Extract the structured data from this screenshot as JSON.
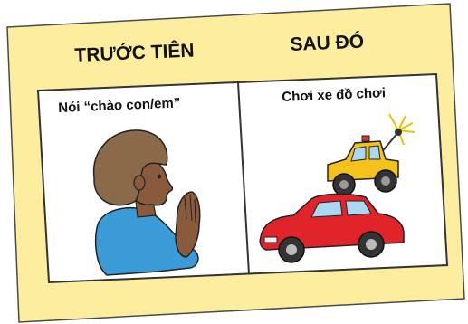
{
  "card": {
    "first_heading": "TRƯỚC TIÊN",
    "then_heading": "SAU ĐÓ",
    "first_label": "Nói “chào con/em”",
    "then_label": "Chơi xe đồ chơi",
    "card_color": "#fcee9e",
    "border_color": "#333333"
  },
  "icons": {
    "first_picture": "child-waving-icon",
    "then_picture_top": "monster-truck-icon",
    "then_picture_bottom": "red-car-icon"
  }
}
